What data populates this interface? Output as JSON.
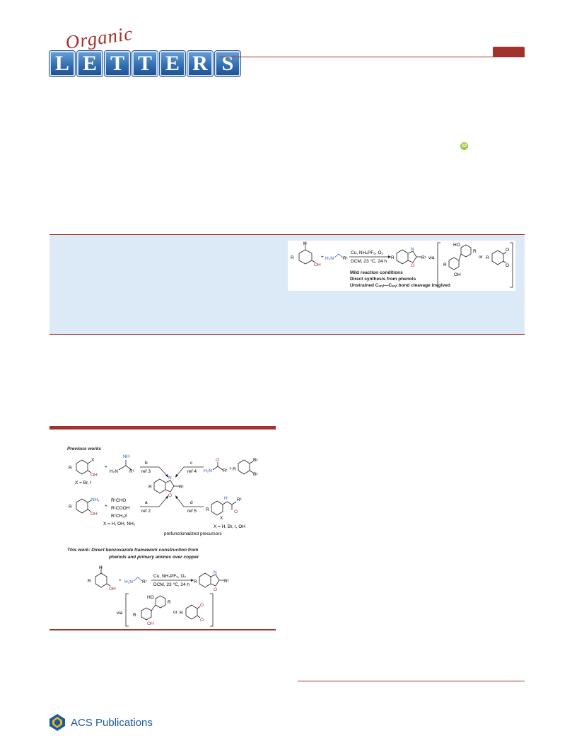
{
  "journal": {
    "organic_word": "Organic",
    "letters": [
      "L",
      "E",
      "T",
      "T",
      "E",
      "R",
      "S"
    ]
  },
  "orcid": {
    "label": "iD"
  },
  "toc": {
    "reagents": "Cu, NH₄PF₆, O₂",
    "conditions": "DCM, 23 °C, 24 h",
    "via": "via",
    "or": "or",
    "highlights": [
      "Mild reaction conditions",
      "Direct synthesis from phenols",
      "Unstrained Cₐᵣᵧₗ—Cₐᵣᵧₗ bond cleavage involved"
    ],
    "labels": {
      "R": "R",
      "H": "H",
      "OH": "OH",
      "HO": "HO",
      "N": "N",
      "O": "O",
      "R1": "R¹",
      "H2N": "H₂N",
      "plus": "+"
    }
  },
  "scheme": {
    "previous_title": "Previous works",
    "route_b": {
      "letter": "b",
      "ref": "ref 3"
    },
    "route_c": {
      "letter": "c",
      "ref": "ref 4"
    },
    "route_a": {
      "letter": "a",
      "ref": "ref 2"
    },
    "route_d": {
      "letter": "d",
      "ref": "ref 5"
    },
    "x_br_i": "X = Br, I",
    "reagents_a": [
      "R¹CHO",
      "R¹COOH",
      "R¹CH₂X"
    ],
    "x_h_oh_nh2": "X = H, OH, NH₂",
    "x_h_br_i_oh": "X = H, Br, I, OH",
    "prefunctionalized": "prefunctionalized precursors",
    "this_work_line1": "This work: Direct benzoxazole framework construction from",
    "this_work_line2": "phenols and primary amines over copper",
    "reagents": "Cu, NH₄PF₆, O₂",
    "conditions": "DCM, 23 °C, 24 h",
    "via": "via",
    "or": "or",
    "labels": {
      "R": "R",
      "X": "X",
      "OH": "OH",
      "HO": "HO",
      "NH": "NH",
      "NH2": "NH₂",
      "H2N": "H₂N",
      "N": "N",
      "O": "O",
      "H": "H",
      "R1": "R¹",
      "Br": "Br",
      "plus": "+"
    }
  },
  "publisher": {
    "name": "ACS Publications"
  },
  "colors": {
    "brand_red": "#a3322d",
    "band_blue": "#dceaf8",
    "amine_blue": "#2a55c8",
    "acs_blue": "#1a5aa0",
    "orcid_green": "#9cc93c"
  }
}
